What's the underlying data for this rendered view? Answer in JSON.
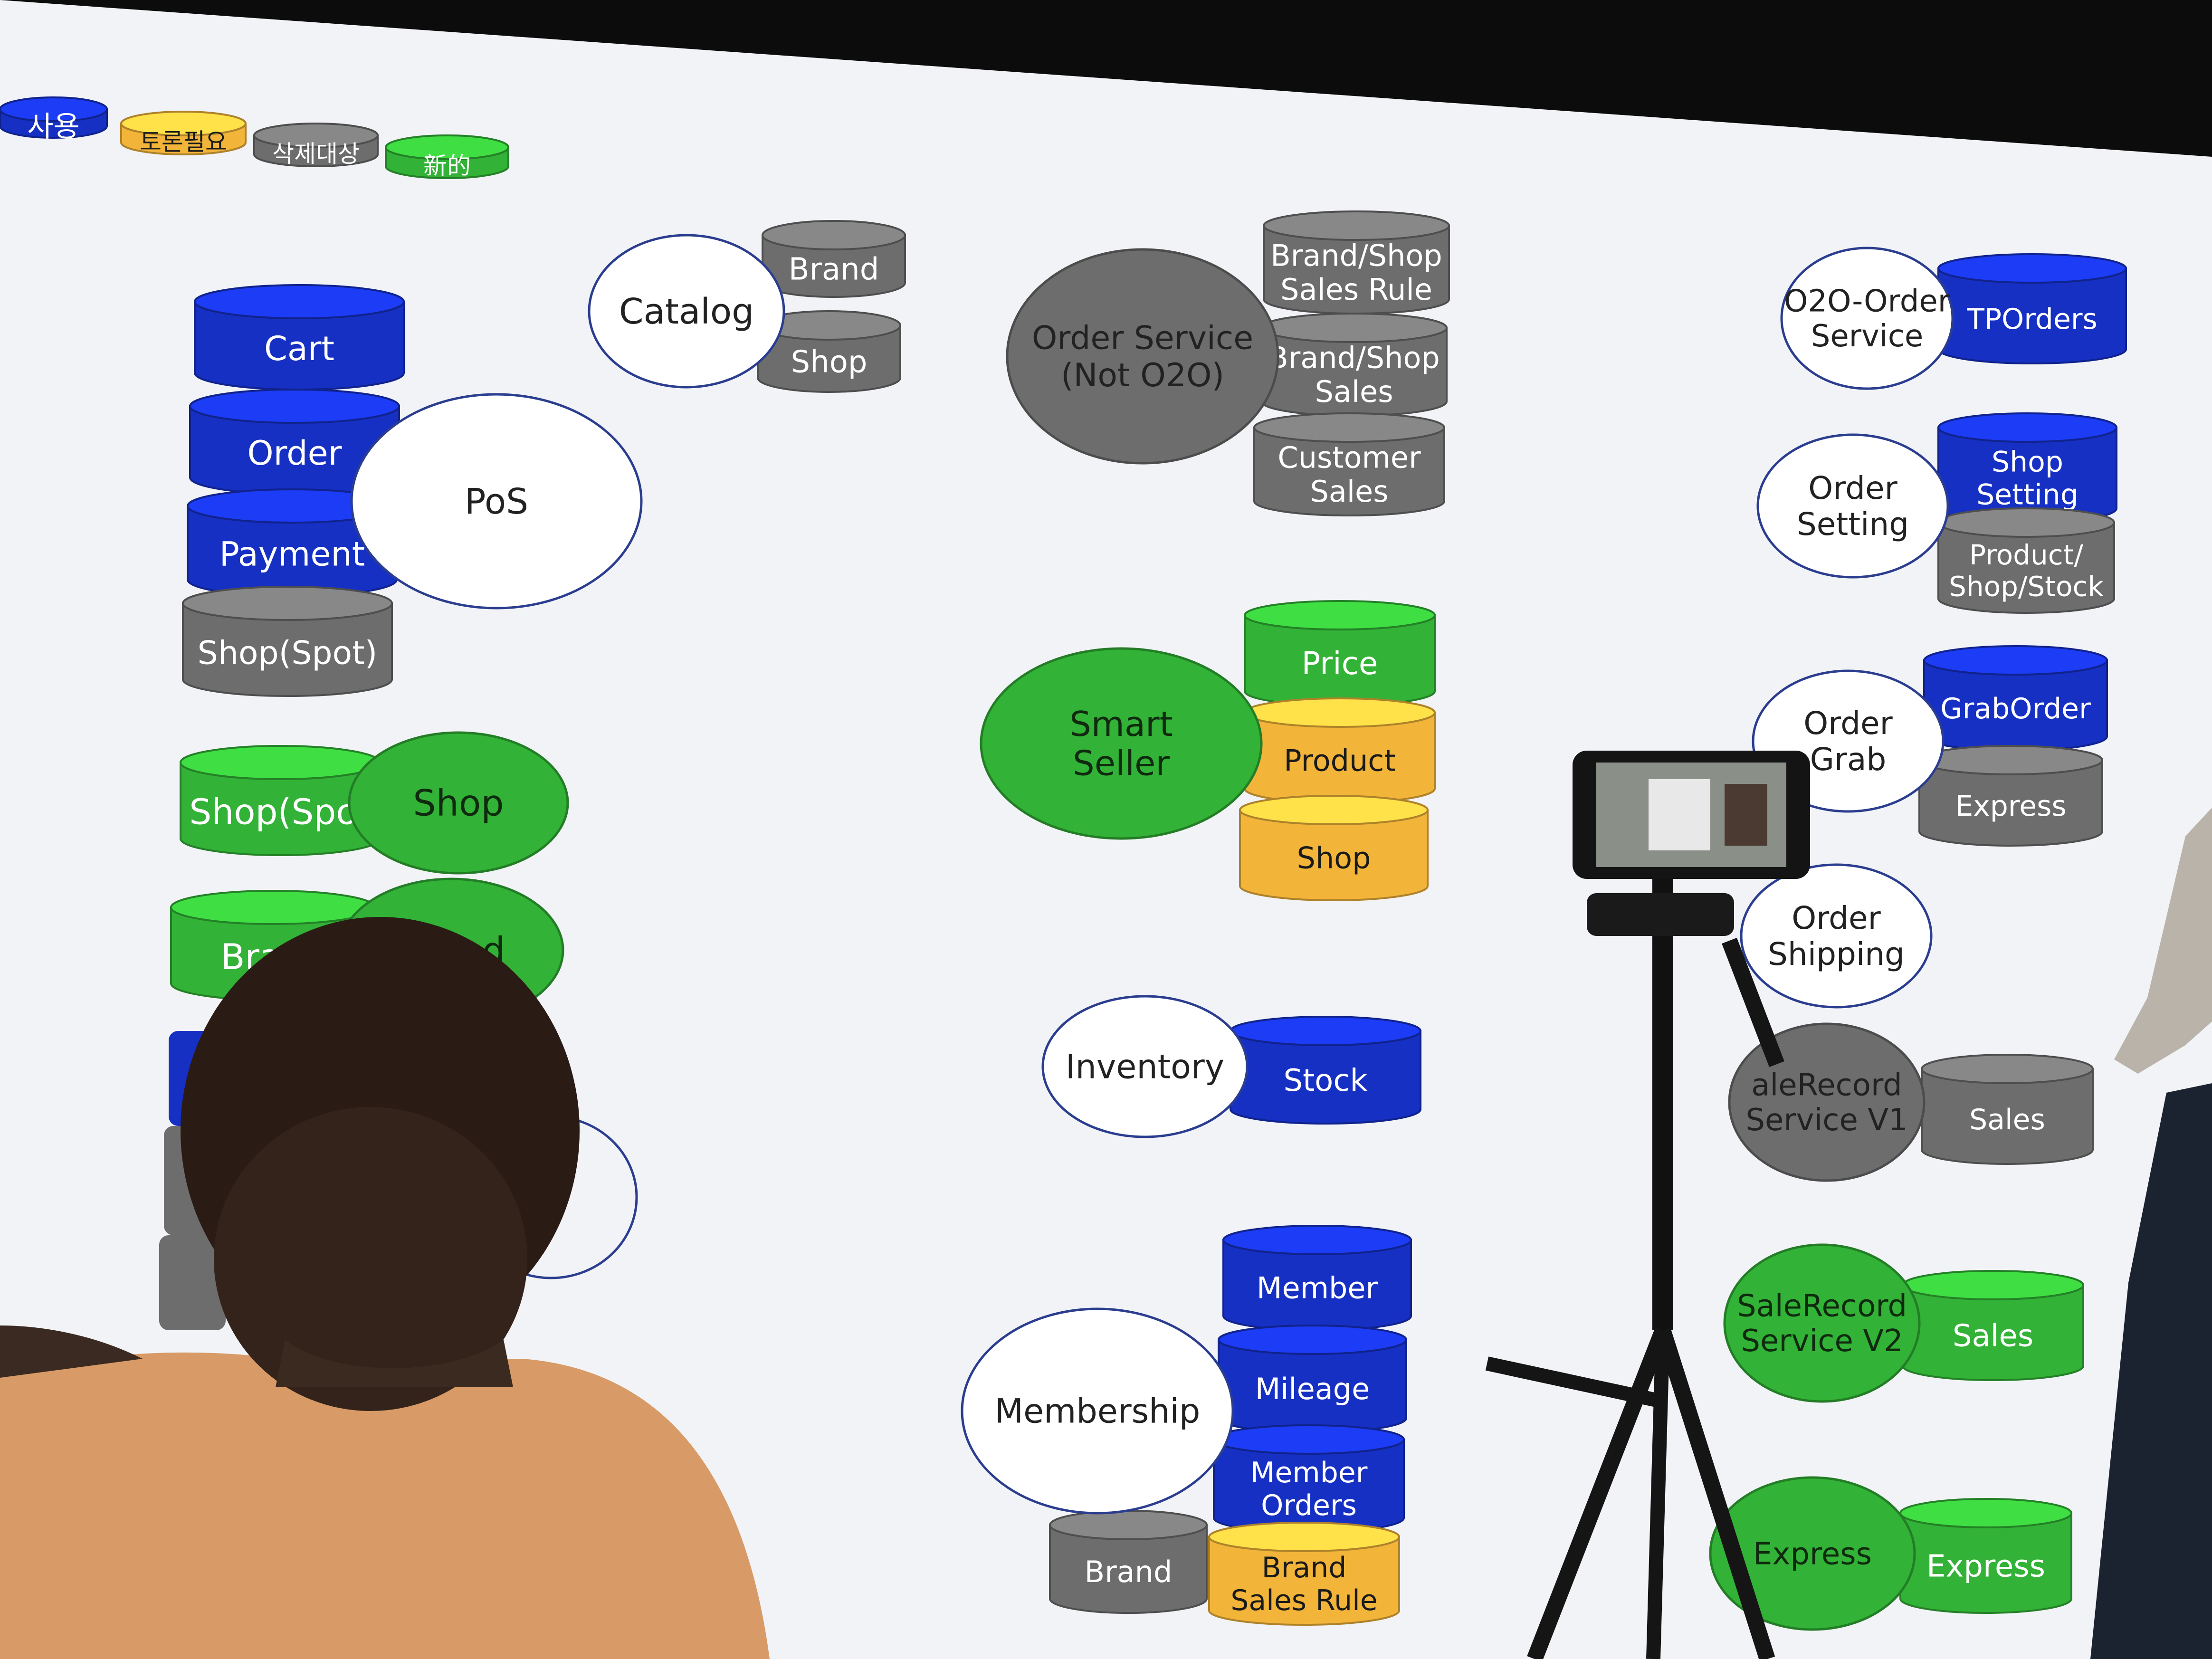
{
  "colors": {
    "blue": "#1630c4",
    "orange": "#f2b53a",
    "gray": "#6d6d6d",
    "green": "#32b236",
    "screen": "#f2f3f7"
  },
  "legend": [
    {
      "label": "사용",
      "color": "blue"
    },
    {
      "label": "토론필요",
      "color": "orange"
    },
    {
      "label": "삭제대상",
      "color": "gray"
    },
    {
      "label": "新的",
      "color": "green"
    }
  ],
  "services": {
    "catalog": "Catalog",
    "pos": "PoS",
    "shop": "Shop",
    "brand": "Brand",
    "order_service": "Order Service (Not O2O)",
    "smart_seller": "Smart Seller",
    "inventory": "Inventory",
    "membership": "Membership",
    "o2o_order": "O2O-Order Service",
    "order_setting": "Order Setting",
    "order_grab": "Order Grab",
    "order_shipping": "Order Shipping",
    "salerecord_v1": "aleRecord Service V1",
    "salerecord_v2": "SaleRecord Service V2",
    "express": "Express"
  },
  "databases": {
    "cart": "Cart",
    "order": "Order",
    "payment": "Payment",
    "shop_spot_gray": "Shop(Spot)",
    "shop_spot_green": "Shop(Spot",
    "brand_green": "Brand",
    "catalog_brand": "Brand",
    "catalog_shop": "Shop",
    "brand_shop_sales_rule": "Brand/Shop Sales Rule",
    "brand_shop_sales": "Brand/Shop Sales",
    "customer_sales": "Customer Sales",
    "price": "Price",
    "product": "Product",
    "smart_shop": "Shop",
    "stock": "Stock",
    "member": "Member",
    "mileage": "Mileage",
    "member_orders": "Member Orders",
    "membership_brand": "Brand",
    "brand_sales_rule": "Brand Sales Rule",
    "tporders": "TPOrders",
    "shop_setting": "Shop Setting",
    "product_shop_stock": "Product/ Shop/Stock",
    "graborder": "GrabOrder",
    "express_gray": "Express",
    "sales_v1": "Sales",
    "sales_v2": "Sales",
    "express_green": "Express"
  }
}
